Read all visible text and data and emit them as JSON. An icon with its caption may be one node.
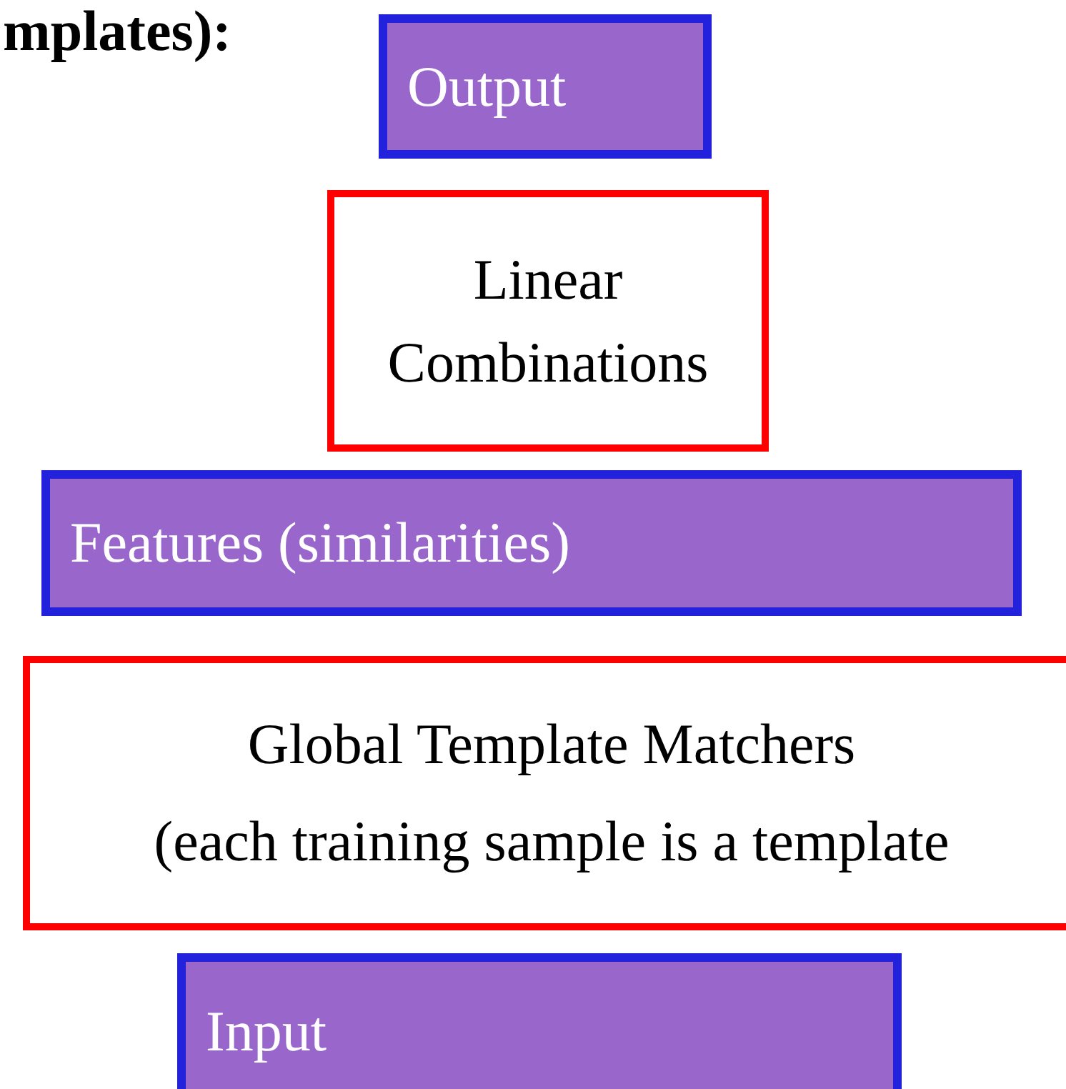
{
  "diagram": {
    "nodes": [
      {
        "text": [
          "Output"
        ]
      },
      {
        "text": [
          "Linear Combinations"
        ]
      },
      {
        "text": [
          "Features (similarities)"
        ]
      },
      {
        "text": [
          "Global Template Matchers",
          "(each training sample is a template"
        ]
      },
      {
        "text": [
          "Input"
        ]
      }
    ],
    "labels": [
      "mplates):"
    ]
  }
}
